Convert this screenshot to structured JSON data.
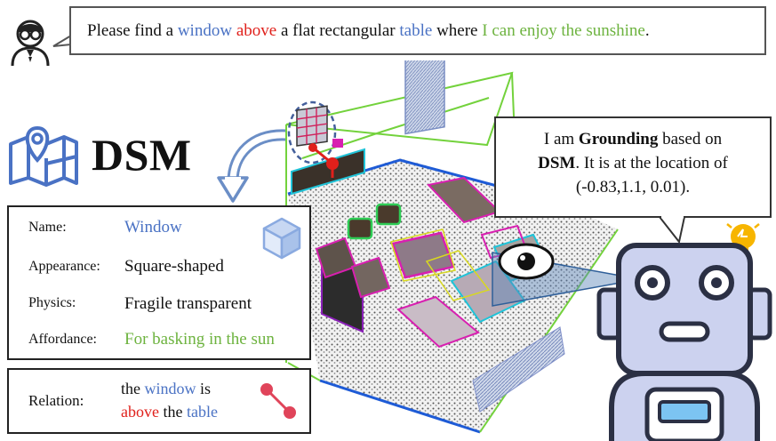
{
  "query": {
    "p1": "Please find a ",
    "window": "window",
    "above": "above",
    "p2": "  a flat rectangular ",
    "table": "table",
    "p3": " where ",
    "sunshine": "I can enjoy the sunshine",
    "p4": "."
  },
  "dsm": {
    "title": "DSM"
  },
  "info": {
    "name_label": "Name:",
    "name_value": "Window",
    "appearance_label": "Appearance:",
    "appearance_value": "Square-shaped",
    "physics_label": "Physics:",
    "physics_value": "Fragile transparent",
    "affordance_label": "Affordance:",
    "affordance_value": "For basking in the sun"
  },
  "relation": {
    "label": "Relation:",
    "l1a": "the ",
    "window": "window",
    "l1b": " is",
    "above": "above",
    "l2a": "  the ",
    "table": "table"
  },
  "robot": {
    "t1": "I am ",
    "grounding": "Grounding",
    "t2": " based on",
    "dsm": "DSM",
    "t3": ". It is at the location of",
    "coords": "(-0.83,1.1, 0.01)."
  },
  "colors": {
    "blue": "#4a72c4",
    "red": "#e0201b",
    "green": "#6db33f",
    "magenta": "#d81fb0",
    "cyan": "#1fc3d8"
  },
  "icons": [
    "user-icon",
    "map-pin-icon",
    "cube-icon",
    "relation-edge-icon",
    "eye-icon",
    "robot-icon",
    "lightbulb-icon",
    "curved-arrow-icon"
  ]
}
